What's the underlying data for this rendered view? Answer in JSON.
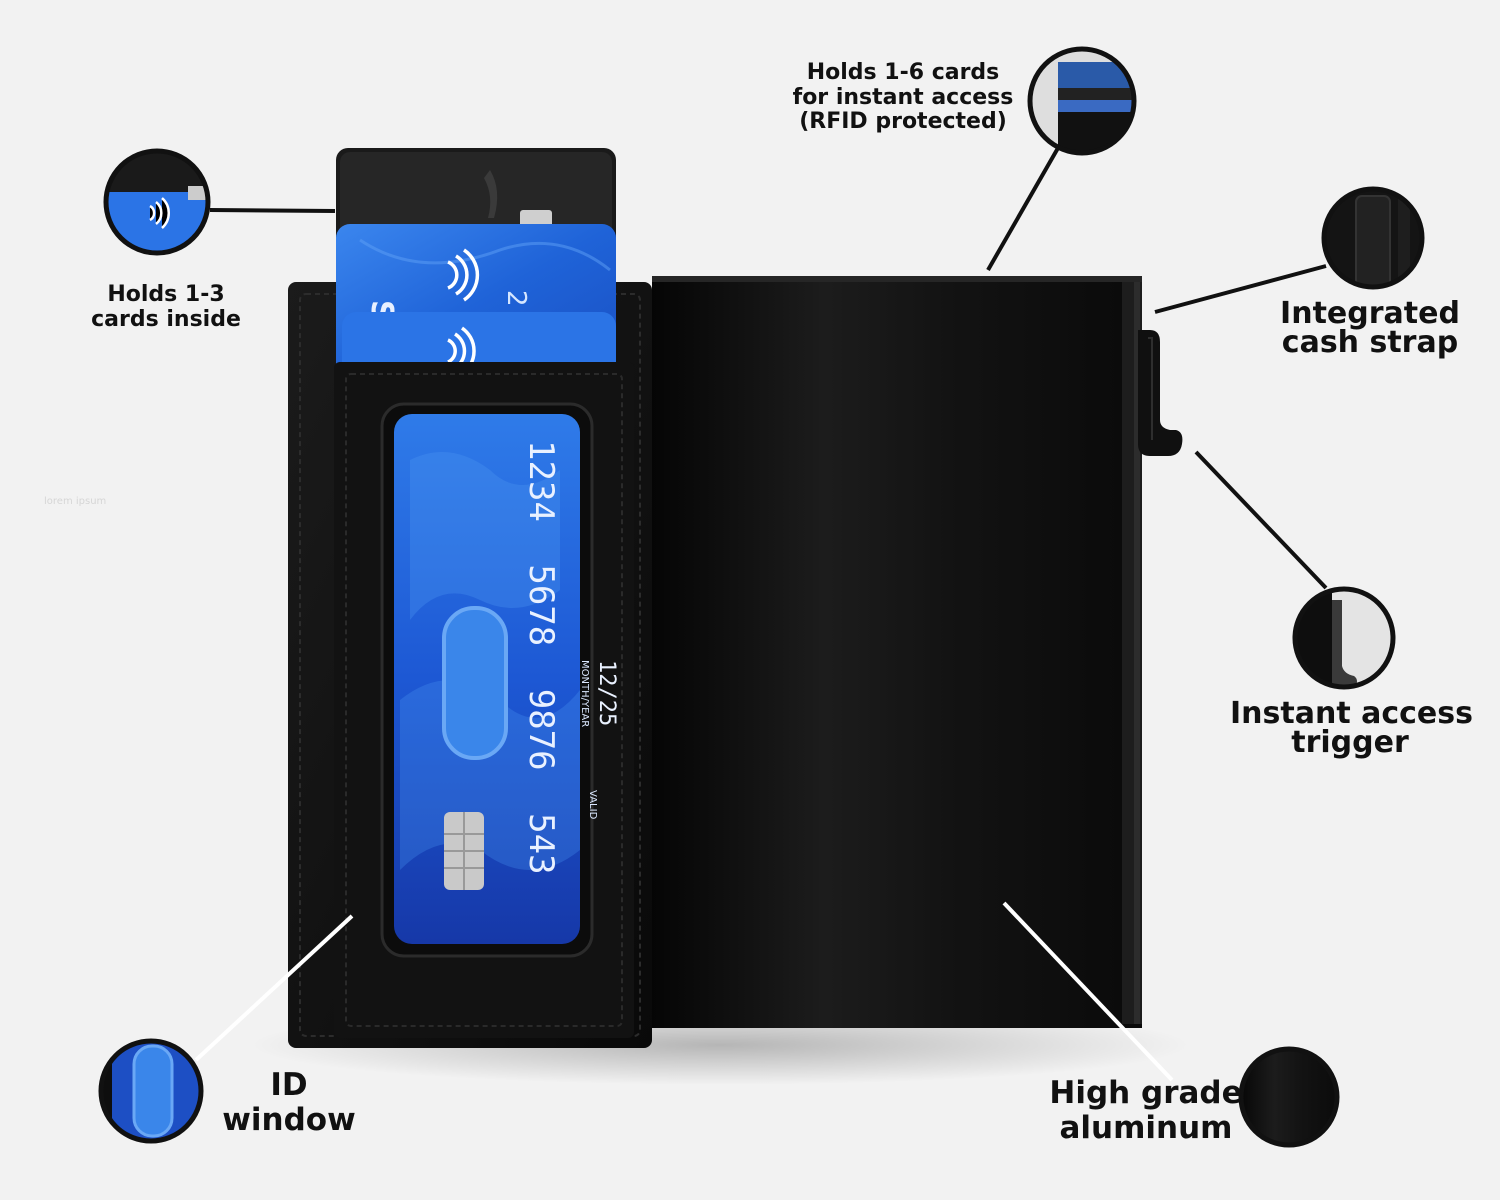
{
  "colors": {
    "background": "#f2f2f2",
    "wallet_black": "#0e0e0e",
    "card_blue": "#1f63d8",
    "callout_line": "#111111"
  },
  "callouts": {
    "holds_inside": {
      "lines": [
        "Holds 1-3",
        "cards inside"
      ],
      "icon": "card-stack-detail-icon"
    },
    "holds_instant": {
      "lines": [
        "Holds 1-6 cards",
        "for instant access",
        "(RFID protected)"
      ],
      "icon": "card-edge-detail-icon"
    },
    "cash_strap": {
      "lines": [
        "Integrated",
        "cash strap"
      ],
      "icon": "cash-strap-detail-icon"
    },
    "trigger": {
      "lines": [
        "Instant access",
        "trigger"
      ],
      "icon": "trigger-detail-icon"
    },
    "id_window": {
      "lines": [
        "ID",
        "window"
      ],
      "icon": "id-window-detail-icon"
    },
    "aluminum": {
      "lines": [
        "High grade",
        "aluminum"
      ],
      "icon": "aluminum-texture-icon"
    }
  },
  "watermark": "lorem ipsum",
  "card_front": {
    "brand_fragment": "SA",
    "number_groups": [
      "1234",
      "5678",
      "9876",
      "543"
    ],
    "valid_label": "VALID",
    "expiry_label": "MONTH/YEAR",
    "expiry": "12/25",
    "digit": "2"
  }
}
